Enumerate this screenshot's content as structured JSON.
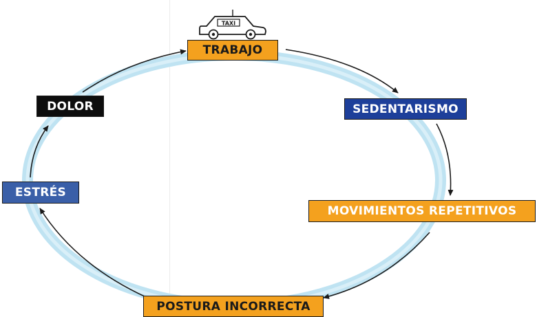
{
  "taxi_sign": "TAXI",
  "nodes": {
    "trabajo": "TRABAJO",
    "sedentarismo": "SEDENTARISMO",
    "movimientos": "MOVIMIENTOS REPETITIVOS",
    "postura": "POSTURA INCORRECTA",
    "estres": "ESTRÉS",
    "dolor": "DOLOR"
  },
  "colors": {
    "orange_box": "#f4a11e",
    "blue_box": "#3a5fa8",
    "darkblue_box": "#1d3f9a",
    "black_box": "#0d0d0d",
    "orange_text": "#1a1a1a",
    "light_text": "#ffffff",
    "ring": "#bfe3f2",
    "arrow": "#1a1a1a"
  }
}
